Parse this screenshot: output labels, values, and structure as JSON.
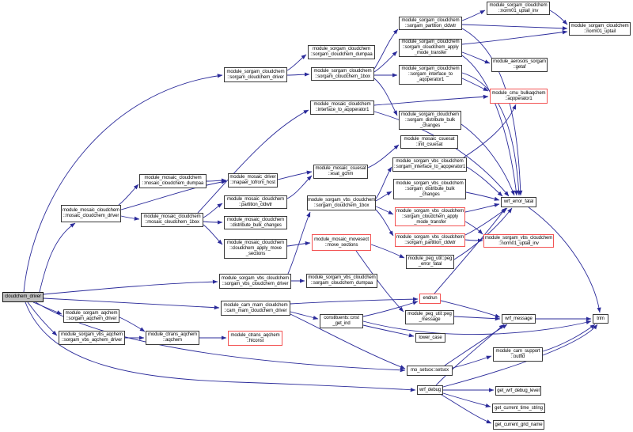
{
  "diagram": {
    "type": "call-graph",
    "title": "cloudchem_driver call graph",
    "colors": {
      "edge": "#2b2b9a",
      "node_border": "#3a3a3a",
      "highlight_border": "#f35454",
      "root_bg": "#bfbfbf",
      "node_bg": "#ffffff"
    },
    "nodes": [
      {
        "id": "cloudchem_driver",
        "label": "cloudchem_driver",
        "highlighted": false,
        "root": true
      },
      {
        "id": "mosaic_cloudchem_driver",
        "label": "module_mosaic_cloudchem\n::mosaic_cloudchem_driver",
        "highlighted": false
      },
      {
        "id": "mosaic_cloudchem_dumpaa",
        "label": "module_mosaic_cloudchem\n::mosaic_cloudchem_dumpaa",
        "highlighted": false
      },
      {
        "id": "mosaic_cloudchem_1box",
        "label": "module_mosaic_cloudchem\n::mosaic_cloudchem_1box",
        "highlighted": false
      },
      {
        "id": "sorgam_aqchem_driver",
        "label": "module_sorgam_aqchem\n::sorgam_aqchem_driver",
        "highlighted": false
      },
      {
        "id": "sorgam_vbs_aqchem_driver",
        "label": "module_sorgam_vbs_aqchem\n::sorgam_vbs_aqchem_driver",
        "highlighted": false
      },
      {
        "id": "ctrans_aqchem",
        "label": "module_ctrans_aqchem\n::aqchem",
        "highlighted": false
      },
      {
        "id": "ctrans_hlconst",
        "label": "module_ctrans_aqchem\n::hlconst",
        "highlighted": true
      },
      {
        "id": "sorgam_cloudchem_driver",
        "label": "module_sorgam_cloudchem\n::sorgam_cloudchem_driver",
        "highlighted": false
      },
      {
        "id": "mapaer_tofrom_host",
        "label": "module_mosaic_driver\n::mapaer_tofrom_host",
        "highlighted": false
      },
      {
        "id": "mosaic_partition_cldwtr",
        "label": "module_mosaic_cloudchem\n::partition_cldwtr",
        "highlighted": false
      },
      {
        "id": "mosaic_distribute_bulk_changes",
        "label": "module_mosaic_cloudchem\n::distribute_bulk_changes",
        "highlighted": false
      },
      {
        "id": "cloudchem_apply_move_sections",
        "label": "module_mosaic_cloudchem\n::cloudchem_apply_move\n_sections",
        "highlighted": false
      },
      {
        "id": "sorgam_vbs_cloudchem_driver",
        "label": "module_sorgam_vbs_cloudchem\n::sorgam_vbs_cloudchem_driver",
        "highlighted": false
      },
      {
        "id": "cam_mam_cloudchem_driver",
        "label": "module_cam_mam_cloudchem\n::cam_mam_cloudchem_driver",
        "highlighted": false
      },
      {
        "id": "sorgam_cloudchem_dumpaa",
        "label": "module_sorgam_cloudchem\n::sorgam_cloudchem_dumpaa",
        "highlighted": false
      },
      {
        "id": "sorgam_cloudchem_1box",
        "label": "module_sorgam_cloudchem\n::sorgam_cloudchem_1box",
        "highlighted": false
      },
      {
        "id": "mosaic_interface_to_aqoperator1",
        "label": "module_mosaic_cloudchem\n::interface_to_aqoperator1",
        "highlighted": false
      },
      {
        "id": "esat_gchm",
        "label": "module_mosaic_csuesat\n::esat_gchm",
        "highlighted": false
      },
      {
        "id": "vbs_sorgam_cloudchem_1box",
        "label": "module_sorgam_vbs_cloudchem\n::sorgam_cloudchem_1box",
        "highlighted": false
      },
      {
        "id": "move_sections",
        "label": "module_mosaic_movesect\n::move_sections",
        "highlighted": true
      },
      {
        "id": "vbs_sorgam_cloudchem_dumpaa",
        "label": "module_sorgam_vbs_cloudchem\n::sorgam_cloudchem_dumpaa",
        "highlighted": false
      },
      {
        "id": "cnst_get_ind",
        "label": "constituents::cnst\n_get_ind",
        "highlighted": false
      },
      {
        "id": "sorgam_partition_cldwtr",
        "label": "module_sorgam_cloudchem\n::sorgam_partition_cldwtr",
        "highlighted": false
      },
      {
        "id": "sorgam_cloudchem_apply_mode_transfer",
        "label": "module_sorgam_cloudchem\n::sorgam_cloudchem_apply\n_mode_transfer",
        "highlighted": false
      },
      {
        "id": "sorgam_interface_to_aqoperator1",
        "label": "module_sorgam_cloudchem\n::sorgam_interface_to\n_aqoperator1",
        "highlighted": false
      },
      {
        "id": "sorgam_distribute_bulk_changes",
        "label": "module_sorgam_cloudchem\n::sorgam_distribute_bulk\n_changes",
        "highlighted": false
      },
      {
        "id": "init_csuesat",
        "label": "module_mosaic_csuesat\n::init_csuesat",
        "highlighted": false
      },
      {
        "id": "vbs_sorgam_interface_to_aqoperator1",
        "label": "module_sorgam_vbs_cloudchem\n::sorgam_interface_to_aqoperator1",
        "highlighted": false
      },
      {
        "id": "vbs_sorgam_distribute_bulk_changes",
        "label": "module_sorgam_vbs_cloudchem\n::sorgam_distribute_bulk\n_changes",
        "highlighted": false
      },
      {
        "id": "vbs_sorgam_cloudchem_apply_mode_transfer",
        "label": "module_sorgam_vbs_cloudchem\n::sorgam_cloudchem_apply\n_mode_transfer",
        "highlighted": true
      },
      {
        "id": "vbs_sorgam_partition_cldwtr",
        "label": "module_sorgam_vbs_cloudchem\n::sorgam_partition_cldwtr",
        "highlighted": true
      },
      {
        "id": "peg_error_fatal",
        "label": "module_peg_util::peg\n_error_fatal",
        "highlighted": false
      },
      {
        "id": "endrun",
        "label": "endrun",
        "highlighted": true
      },
      {
        "id": "peg_message",
        "label": "module_peg_util::peg\n_message",
        "highlighted": false
      },
      {
        "id": "lower_case",
        "label": "lower_case",
        "highlighted": false
      },
      {
        "id": "mo_setsox",
        "label": "mo_setsox::setsox",
        "highlighted": false
      },
      {
        "id": "wrf_debug",
        "label": "wrf_debug",
        "highlighted": false
      },
      {
        "id": "norm01_uptail_inv",
        "label": "module_sorgam_cloudchem\n::norm01_uptail_inv",
        "highlighted": false
      },
      {
        "id": "norm01_uptail",
        "label": "module_sorgam_cloudchem\n::norm01_uptail",
        "highlighted": false
      },
      {
        "id": "getaf",
        "label": "module_aerosols_sorgam\n::getaf",
        "highlighted": false
      },
      {
        "id": "cmu_aqoperator1",
        "label": "module_cmu_bulkaqchem\n::aqoperator1",
        "highlighted": true
      },
      {
        "id": "wrf_error_fatal",
        "label": "wrf_error_fatal",
        "highlighted": false
      },
      {
        "id": "vbs_norm01_uptail_inv",
        "label": "module_sorgam_vbs_cloudchem\n::norm01_uptail_inv",
        "highlighted": true
      },
      {
        "id": "wrf_message",
        "label": "wrf_message",
        "highlighted": false
      },
      {
        "id": "cam_support_outfld",
        "label": "module_cam_support\n::outfld",
        "highlighted": false
      },
      {
        "id": "get_wrf_debug_level",
        "label": "get_wrf_debug_level",
        "highlighted": false
      },
      {
        "id": "get_current_time_string",
        "label": "get_current_time_string",
        "highlighted": false
      },
      {
        "id": "get_current_grid_name",
        "label": "get_current_grid_name",
        "highlighted": false
      },
      {
        "id": "trim",
        "label": "trim",
        "highlighted": false
      }
    ]
  }
}
